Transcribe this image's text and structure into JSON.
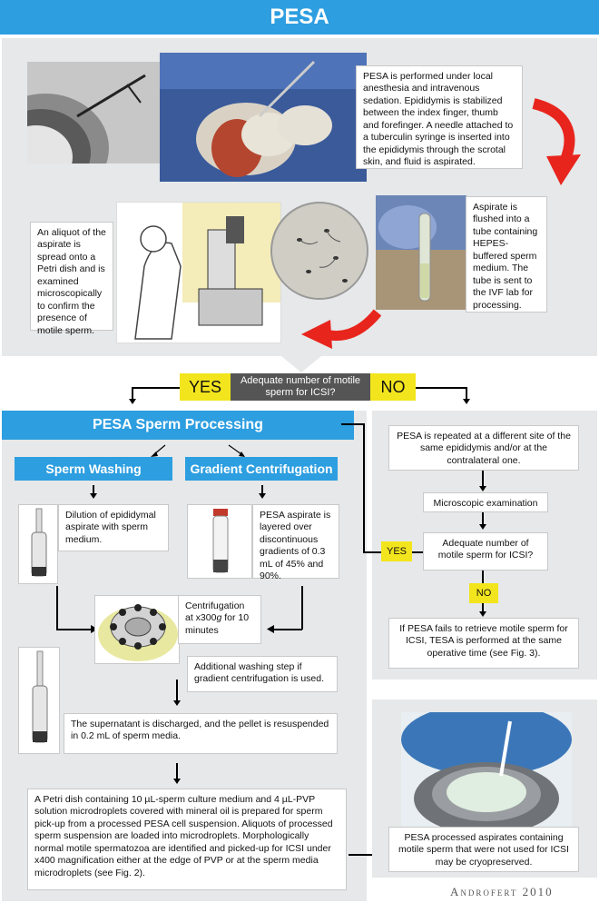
{
  "header": {
    "title": "PESA"
  },
  "top": {
    "pesa_description": "PESA is performed under local anesthesia and intravenous sedation. Epididymis is stabilized between the index finger, thumb and forefinger. A needle attached to a tuberculin syringe is inserted into the epididymis through the scrotal skin, and fluid is aspirated.",
    "aspirate_description": "Aspirate is flushed into a tube containing HEPES-buffered sperm medium. The tube is sent to the IVF lab for processing.",
    "aliquot_description": "An aliquot of the aspirate is spread onto a Petri dish and is examined microscopically to confirm the presence of motile sperm."
  },
  "decision": {
    "yes_label": "YES",
    "no_label": "NO",
    "question": "Adequate number of motile sperm for ICSI?"
  },
  "processing": {
    "title": "PESA Sperm Processing",
    "washing_title": "Sperm Washing",
    "gradient_title": "Gradient Centrifugation",
    "dilution": "Dilution of epididymal aspirate with sperm medium.",
    "layered": "PESA aspirate is layered over discontinuous gradients of 0.3 mL of 45% and 90%.",
    "centrifugation_prefix": "Centrifugation at x300",
    "centrifugation_g": "g",
    "centrifugation_suffix": " for 10 minutes",
    "additional_wash": "Additional washing step if gradient centrifugation is used.",
    "supernatant": "The supernatant is discharged, and the pellet is resuspended in 0.2 mL of sperm media.",
    "petri": "A Petri dish containing 10 µL-sperm culture medium and 4 µL-PVP solution microdroplets covered with mineral oil is prepared for sperm pick-up from a processed PESA cell suspension. Aliquots of processed sperm suspension are loaded into microdroplets. Morphologically normal motile spermatozoa are identified and picked-up for ICSI under x400 magnification either at the edge of PVP or at the sperm media microdroplets (see Fig. 2)."
  },
  "no_branch": {
    "repeat": "PESA is repeated at a different site of the same epididymis and/or at the contralateral one.",
    "microscopic": "Microscopic examination",
    "question": "Adequate number of motile sperm for ICSI?",
    "yes_label": "YES",
    "no_label": "NO",
    "tesa": "If PESA fails to retrieve motile sperm for ICSI, TESA is performed at the same operative time (see Fig. 3)."
  },
  "cryo": {
    "text": "PESA processed aspirates containing motile sperm that were not used for ICSI may be cryopreserved."
  },
  "footer": {
    "credit": "Androfert 2010"
  },
  "colors": {
    "accent_blue": "#2d9ee0",
    "yes_yellow": "#f3e51d",
    "red_arrow": "#e8251d",
    "panel_gray": "#e6e8e9"
  }
}
